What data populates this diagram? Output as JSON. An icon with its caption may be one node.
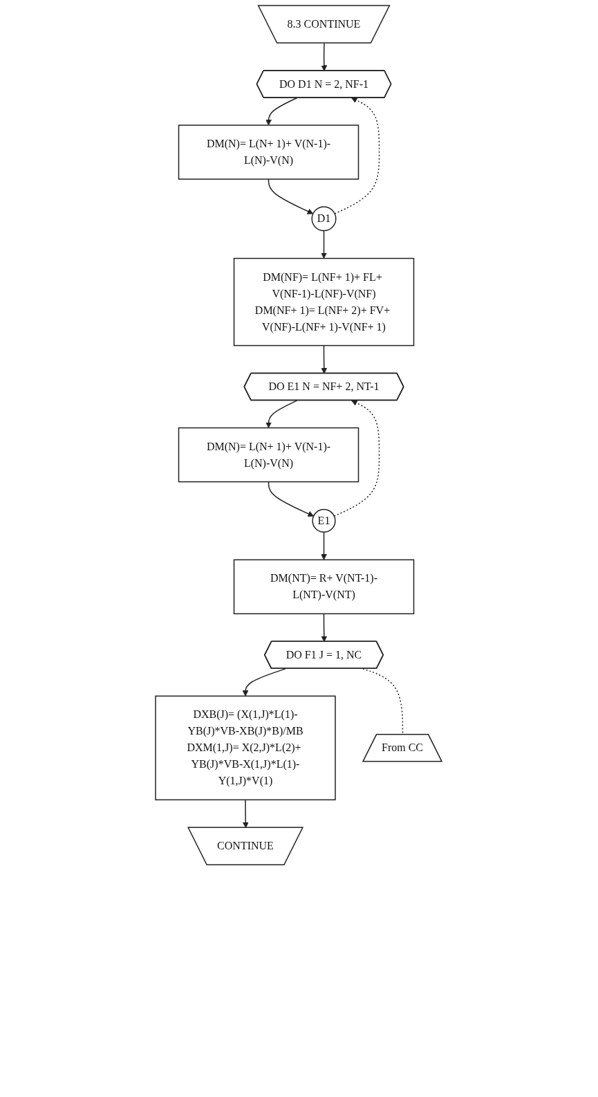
{
  "diagram": {
    "nodes": [
      {
        "text": [
          "8.3 CONTINUE"
        ]
      },
      {
        "text": [
          "DO D1 N = 2, NF-1"
        ]
      },
      {
        "text": [
          "DM(N)= L(N+ 1)+ V(N-1)-L(N)-V(N)"
        ]
      },
      {
        "text": [
          "D1"
        ]
      },
      {
        "text": [
          "DM(NF)= L(NF+ 1)+ FL+ V(NF-1)-L(NF)-V(NF)",
          "DM(NF+ 1)= L(NF+ 2)+ FV+ V(NF)-L(NF+ 1)-V(NF+ 1)"
        ]
      },
      {
        "text": [
          "DO E1 N = NF+ 2, NT-1"
        ]
      },
      {
        "text": [
          "DM(N)= L(N+ 1)+ V(N-1)-L(N)-V(N)"
        ]
      },
      {
        "text": [
          "E1"
        ]
      },
      {
        "text": [
          "DM(NT)= R+ V(NT-1)-L(NT)-V(NT)"
        ]
      },
      {
        "text": [
          "DO F1 J = 1, NC"
        ]
      },
      {
        "text": [
          "DXB(J)= (X(1,J)*L(1)-YB(J)*VB-XB(J)*B)/MB",
          "DXM(1,J)= X(2,J)*L(2)+ YB(J)*VB-X(1,J)*L(1)-Y(1,J)*V(1)"
        ]
      },
      {
        "text": [
          "CONTINUE"
        ]
      },
      {
        "text": [
          "From CC"
        ]
      }
    ],
    "edges": [
      {
        "from": 0,
        "to": 1,
        "arrow": "to"
      },
      {
        "from": 1,
        "to": 2,
        "arrow": "to"
      },
      {
        "from": 2,
        "to": 3,
        "arrow": "to"
      },
      {
        "from": 3,
        "to": 1,
        "arrow": "to",
        "style": "dashed"
      },
      {
        "from": 3,
        "to": 4,
        "arrow": "to"
      },
      {
        "from": 4,
        "to": 5,
        "arrow": "to"
      },
      {
        "from": 5,
        "to": 6,
        "arrow": "to"
      },
      {
        "from": 6,
        "to": 7,
        "arrow": "to"
      },
      {
        "from": 7,
        "to": 5,
        "arrow": "to",
        "style": "dashed"
      },
      {
        "from": 7,
        "to": 8,
        "arrow": "to"
      },
      {
        "from": 8,
        "to": 9,
        "arrow": "to"
      },
      {
        "from": 9,
        "to": 10,
        "arrow": "to"
      },
      {
        "from": 10,
        "to": 11,
        "arrow": "to"
      },
      {
        "from": 9,
        "to": 12,
        "arrow": "none",
        "style": "dashed"
      }
    ]
  }
}
